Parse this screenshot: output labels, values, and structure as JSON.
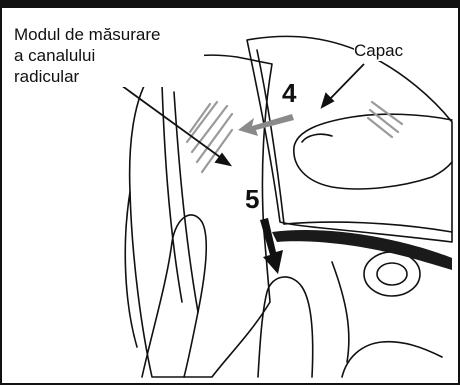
{
  "labels": {
    "module_line1": "Modul de măsurare",
    "module_line2": "a canalului",
    "module_line3": "radicular",
    "cover": "Capac"
  },
  "steps": {
    "step4": "4",
    "step5": "5"
  },
  "colors": {
    "line": "#111111",
    "hatch": "#9a9a9a",
    "gray_arrow": "#8a8a8a",
    "cover_band": "#1a1a1a"
  }
}
